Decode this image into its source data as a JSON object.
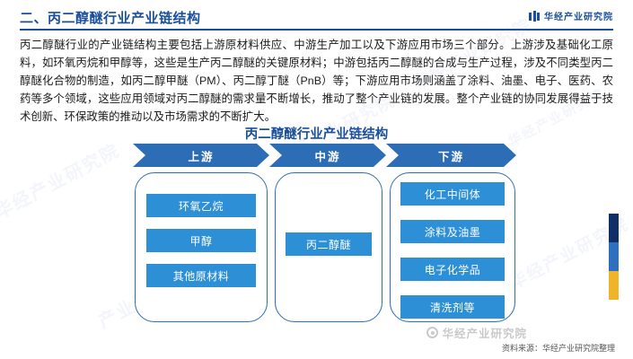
{
  "header": {
    "title": "二、丙二醇醚行业产业链结构",
    "brand": "华经产业研究院",
    "accent_color": "#1a4f9c"
  },
  "paragraph": "丙二醇醚行业的产业链结构主要包括上游原材料供应、中游生产加工以及下游应用市场三个部分。上游涉及基础化工原料，如环氧丙烷和甲醇等，这些是生产丙二醇醚的关键原材料；中游包括丙二醇醚的合成与生产过程，涉及不同类型丙二醇醚化合物的制造，如丙二醇甲醚（PM）、丙二醇丁醚（PnB）等；下游应用市场则涵盖了涂料、油墨、电子、医药、农药等多个领域，这些应用领域对丙二醇醚的需求量不断增长，推动了整个产业链的发展。整个产业链的协同发展得益于技术创新、环保政策的推动以及市场需求的不断扩大。",
  "chart": {
    "title": "丙二醇醚行业产业链结构",
    "banner_color": "#2d6db5",
    "chip_color": "#2d8fd5",
    "stages": [
      {
        "key": "upstream",
        "label": "上游",
        "items": [
          "环氧乙烷",
          "甲醇",
          "其他原材料"
        ]
      },
      {
        "key": "midstream",
        "label": "中游",
        "items": [
          "丙二醇醚"
        ]
      },
      {
        "key": "downstream",
        "label": "下游",
        "items": [
          "化工中间体",
          "涂料及油墨",
          "电子化学品",
          "清洗剂等"
        ]
      }
    ]
  },
  "watermarks": {
    "a": "华经产业研究院",
    "b": "产业研究院",
    "c": "华经产业研究院",
    "d": "华经产业研究院",
    "e": "华经产业研究院",
    "f": "华经产业研究院"
  },
  "footer": {
    "source": "资料来源：华经产业研究院整理",
    "weibo_label": "华经产业研究院"
  }
}
